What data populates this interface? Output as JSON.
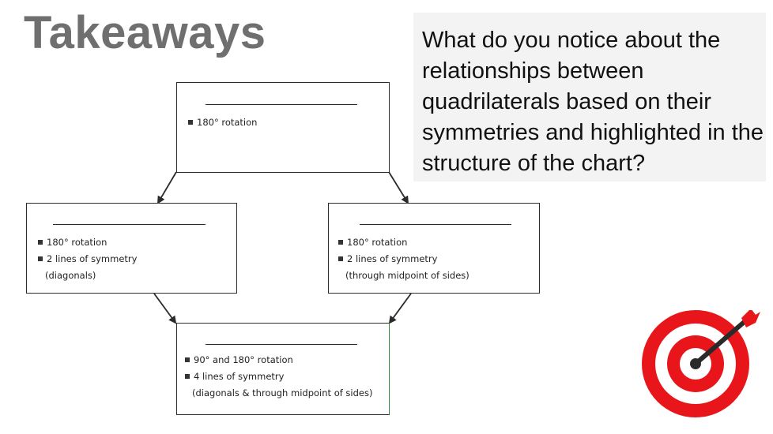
{
  "slide": {
    "title": "Takeaways",
    "question": "What do you notice about the relationships between quadrilaterals based on their symmetries and highlighted in the structure of the chart?"
  },
  "diagram": {
    "top": {
      "lines": [
        "180° rotation"
      ]
    },
    "left": {
      "lines": [
        "180° rotation",
        "2 lines of symmetry"
      ],
      "note": "(diagonals)"
    },
    "right": {
      "lines": [
        "180° rotation",
        "2 lines of symmetry"
      ],
      "note": "(through midpoint of sides)"
    },
    "bottom": {
      "lines": [
        "90° and 180° rotation",
        "4 lines of symmetry"
      ],
      "note": "(diagonals & through midpoint of sides)"
    }
  },
  "icons": {
    "target": "target-icon",
    "arrow": "arrow-icon"
  },
  "colors": {
    "title": "#6f6f6f",
    "target_red": "#e8161b",
    "question_bg": "#f3f3f3"
  }
}
